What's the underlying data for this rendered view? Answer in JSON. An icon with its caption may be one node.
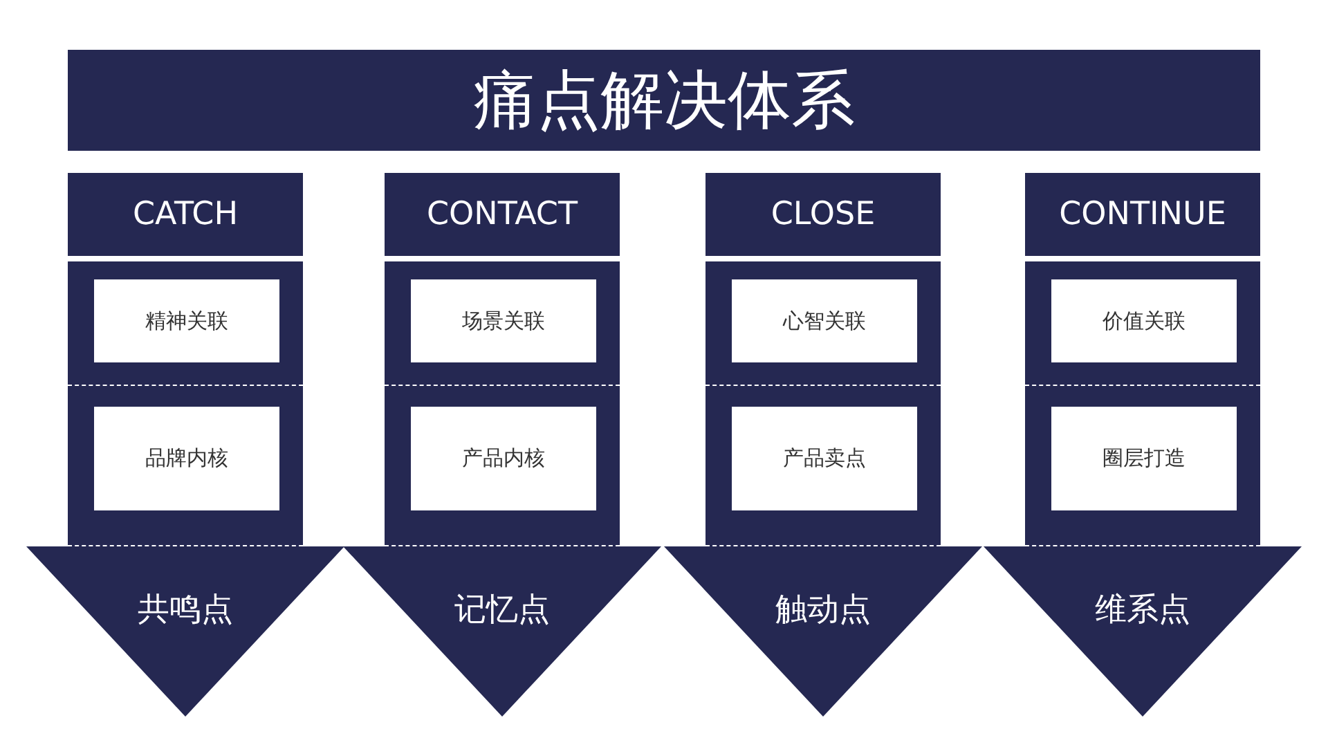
{
  "diagram": {
    "title": "痛点解决体系",
    "nodes": [
      {
        "text": [
          "CATCH"
        ]
      },
      {
        "text": [],
        "shape": "box"
      },
      {
        "text": [
          "精神关联"
        ],
        "in": 1
      },
      {
        "text": [
          "品牌内核"
        ],
        "in": 1
      },
      {
        "text": [
          "共鸣点"
        ]
      },
      {
        "text": [
          "CONTACT"
        ]
      },
      {
        "text": [],
        "shape": "box"
      },
      {
        "text": [
          "场景关联"
        ],
        "in": 6
      },
      {
        "text": [
          "产品内核"
        ],
        "in": 6
      },
      {
        "text": [
          "记忆点"
        ]
      },
      {
        "text": [
          "CLOSE"
        ]
      },
      {
        "text": [],
        "shape": "box"
      },
      {
        "text": [
          "心智关联"
        ],
        "in": 11
      },
      {
        "text": [
          "产品卖点"
        ],
        "in": 11
      },
      {
        "text": [
          "触动点"
        ]
      },
      {
        "text": [
          "CONTINUE"
        ]
      },
      {
        "text": [],
        "shape": "box"
      },
      {
        "text": [
          "价值关联"
        ],
        "in": 16
      },
      {
        "text": [
          "圈层打造"
        ],
        "in": 16
      },
      {
        "text": [
          "维系点"
        ]
      }
    ],
    "edges": []
  }
}
